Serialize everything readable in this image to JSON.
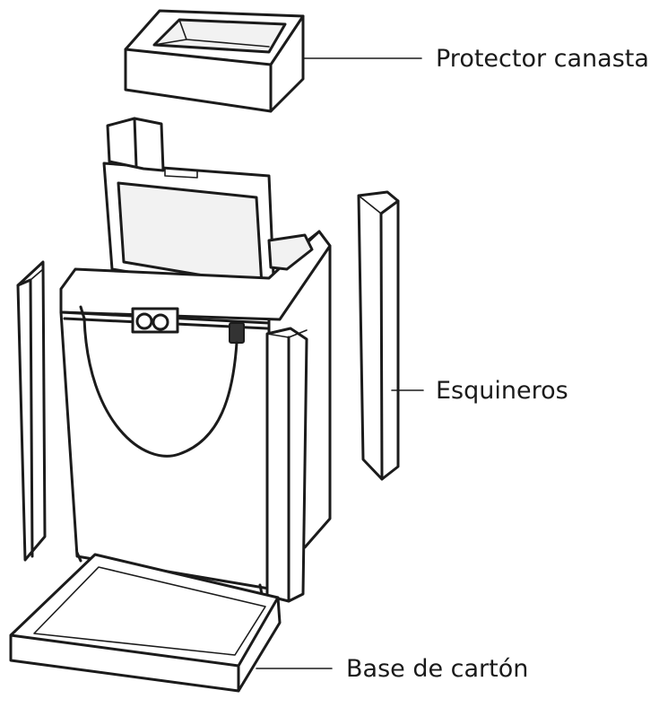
{
  "diagram": {
    "labels": {
      "basket_protector": "Protector canasta",
      "corner_guards": "Esquineros",
      "cardboard_base": "Base de cartón"
    }
  }
}
